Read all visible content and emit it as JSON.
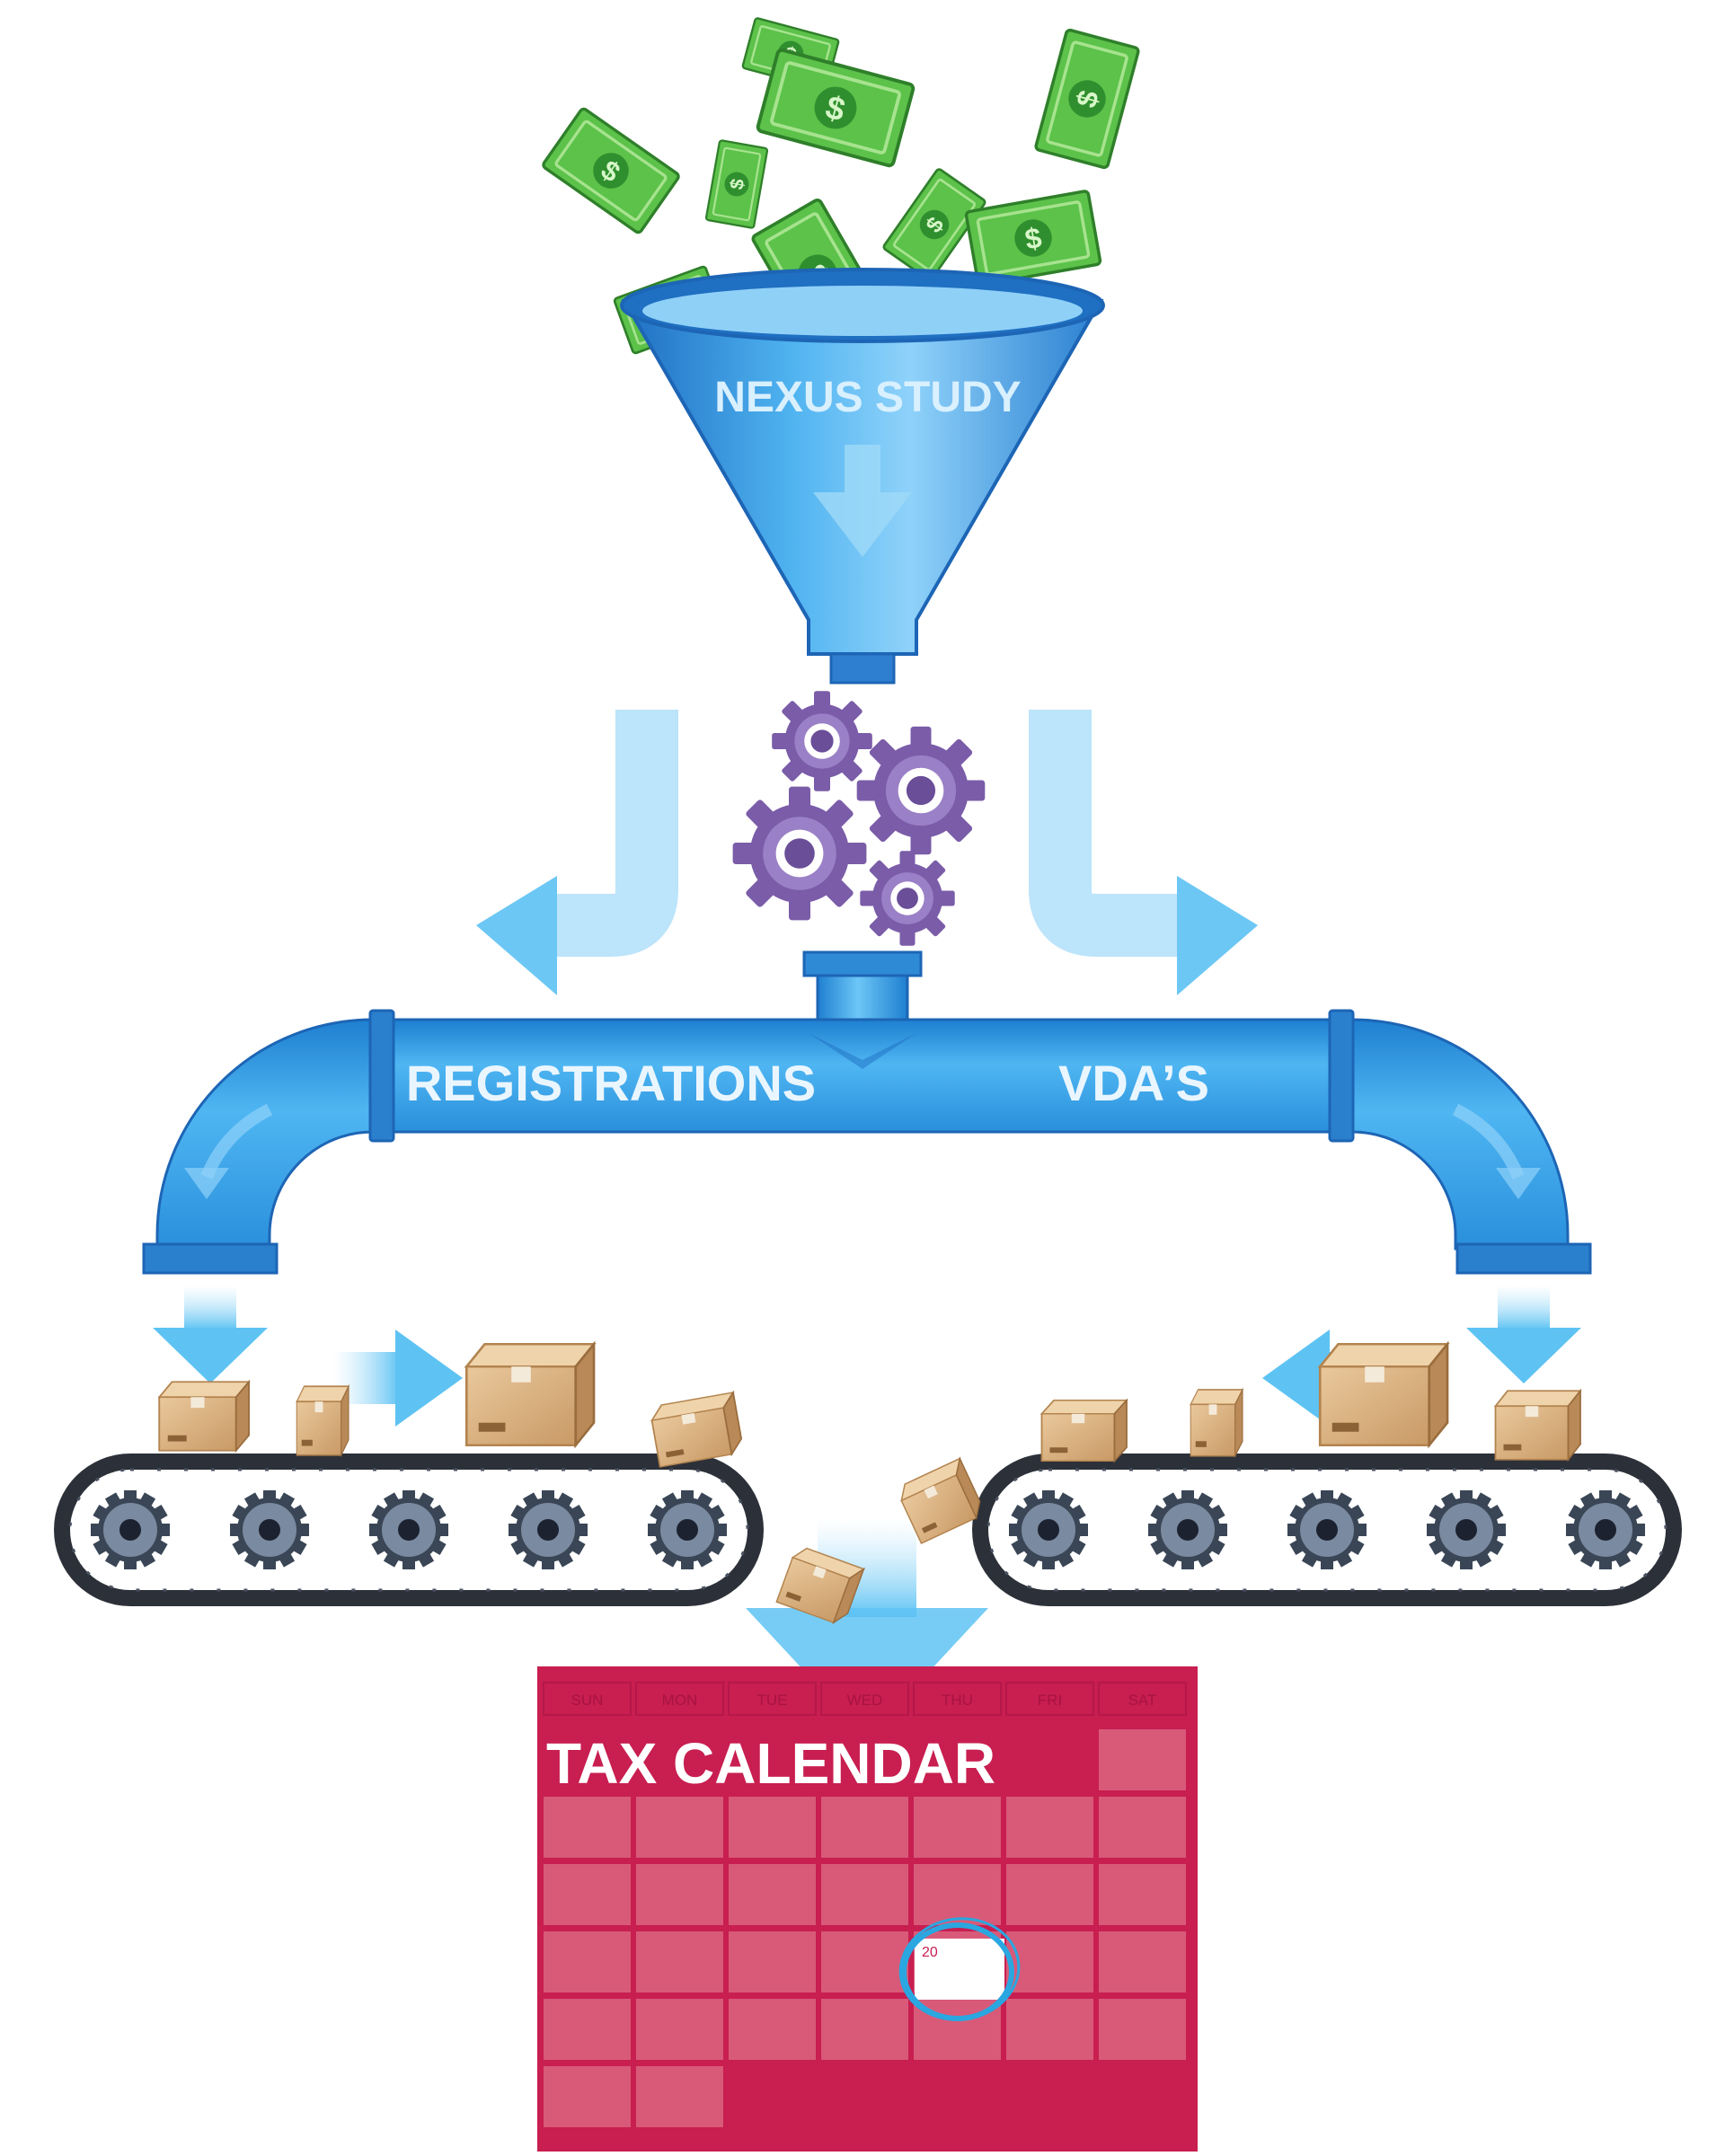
{
  "funnel": {
    "label": "NEXUS STUDY"
  },
  "pipe": {
    "left_label": "REGISTRATIONS",
    "right_label": "VDA’S"
  },
  "calendar": {
    "title": "TAX CALENDAR",
    "days": [
      "SUN",
      "MON",
      "TUE",
      "WED",
      "THU",
      "FRI",
      "SAT"
    ],
    "highlight_day": "20"
  },
  "icons": [
    "dollar-bill-icon",
    "funnel-icon",
    "gear-icon",
    "pipe-icon",
    "arrow-icon",
    "box-icon",
    "conveyor-belt-icon",
    "calendar-icon",
    "circle-mark-icon"
  ],
  "colors": {
    "money_green": "#5cc24a",
    "funnel_blue": "#3a9ee0",
    "gear_purple": "#7a5ca8",
    "pipe_blue": "#2f93dd",
    "box_tan": "#d8b183",
    "belt_dark": "#2c3038",
    "calendar_red": "#c81e50",
    "circle_blue": "#2aa7e0"
  }
}
